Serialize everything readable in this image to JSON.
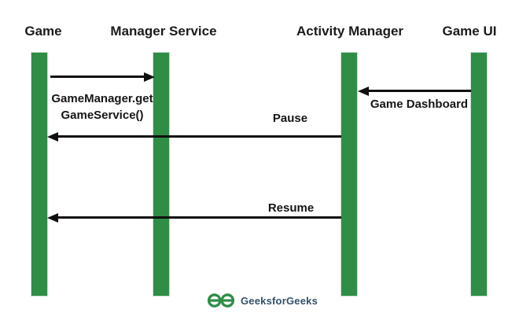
{
  "diagram_type": "sequence",
  "actors": [
    {
      "label": "Game"
    },
    {
      "label": "Manager Service"
    },
    {
      "label": "Activity Manager"
    },
    {
      "label": "Game UI"
    }
  ],
  "messages": [
    {
      "lines": [
        "GameManager.get",
        "GameService()"
      ],
      "from": "Game",
      "to": "Manager Service",
      "direction": "right"
    },
    {
      "label": "Game Dashboard",
      "from": "Game UI",
      "to": "Activity Manager",
      "direction": "left"
    },
    {
      "label": "Pause",
      "from": "Activity Manager",
      "to": "Game",
      "direction": "left"
    },
    {
      "label": "Resume",
      "from": "Activity Manager",
      "to": "Game",
      "direction": "left"
    }
  ],
  "footer": {
    "brand": "GeeksforGeeks"
  },
  "colors": {
    "lifeline_green": "#2f8d46",
    "arrow_black": "#0f0f0f",
    "brand_text_blue": "#33506b",
    "background": "#ffffff"
  }
}
